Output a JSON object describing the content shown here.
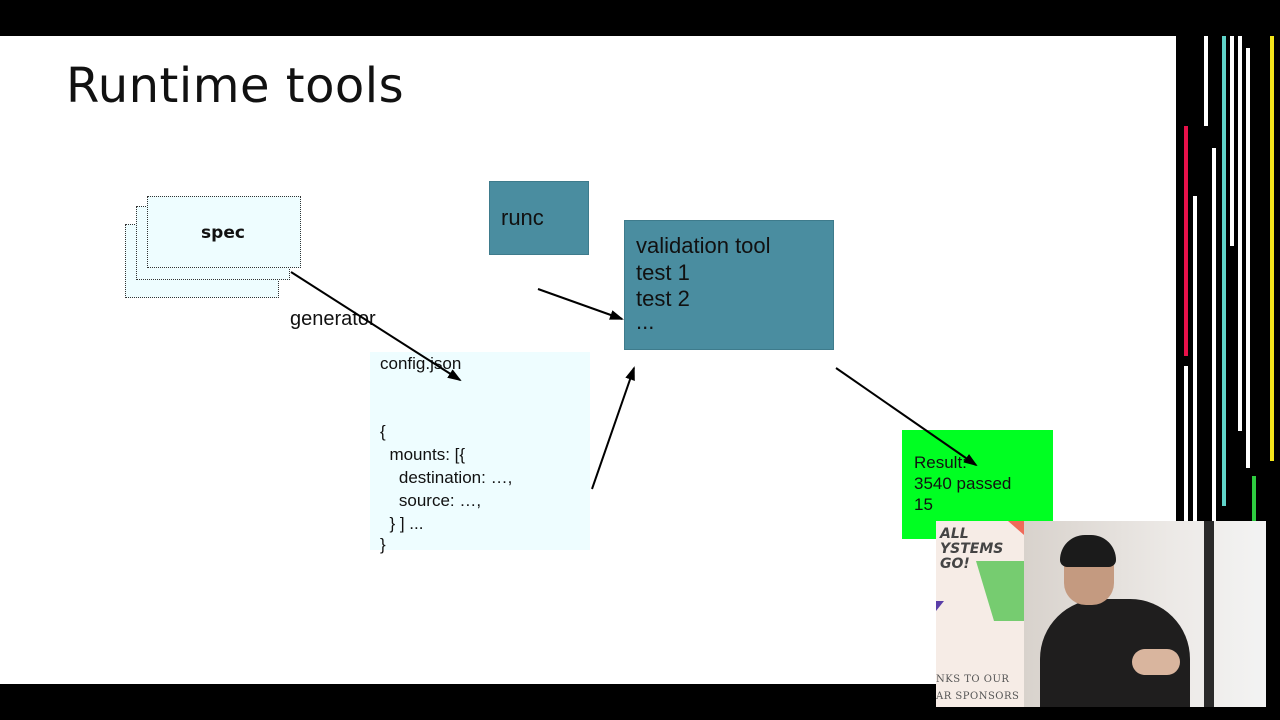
{
  "slide": {
    "title": "Runtime tools"
  },
  "diagram": {
    "spec_label": "spec",
    "generator_label": "generator",
    "runc_label": "runc",
    "validation_tool": {
      "lines": [
        "validation tool",
        "test 1",
        "test 2",
        "..."
      ]
    },
    "config_json": {
      "lines": [
        "config.json",
        "{",
        "  mounts: [{",
        "    destination: …,",
        "    source: …,",
        "  } ] ...",
        "}"
      ]
    },
    "result": {
      "lines": [
        "Result:",
        "3540 passed",
        "15"
      ]
    }
  },
  "camera_overlay": {
    "logo_lines": [
      "ALL",
      "YSTEMS",
      "GO!"
    ],
    "sponsor_lines": [
      "NKS TO OUR",
      "AR SPONSORS"
    ]
  },
  "colors": {
    "box_teal": "#4a8da0",
    "box_light": "#eefdff",
    "result_green": "#00ff22",
    "stripe_red": "#e8114a",
    "stripe_cyan": "#5fd3c8",
    "stripe_yellow": "#f4e51a",
    "stripe_green": "#2ecc40"
  }
}
